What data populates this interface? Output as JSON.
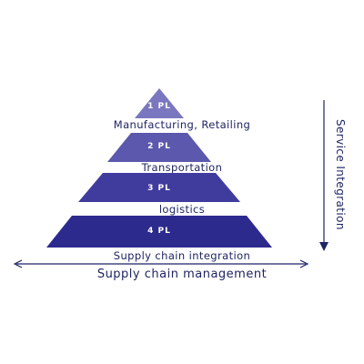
{
  "colors": {
    "tier1": "#7a77c0",
    "tier2": "#5c58ad",
    "tier3": "#403c9e",
    "tier4": "#2d2a8e",
    "text": "#1f2463",
    "arrow": "#1f2463"
  },
  "tiers": [
    {
      "label": "1 PL",
      "caption": "Manufacturing, Retailing"
    },
    {
      "label": "2 PL",
      "caption": "Transportation"
    },
    {
      "label": "3 PL",
      "caption": "logistics"
    },
    {
      "label": "4 PL",
      "caption": "Supply chain integration"
    }
  ],
  "bottom_axis_label": "Supply chain management",
  "side_axis_label": "Service Integration"
}
